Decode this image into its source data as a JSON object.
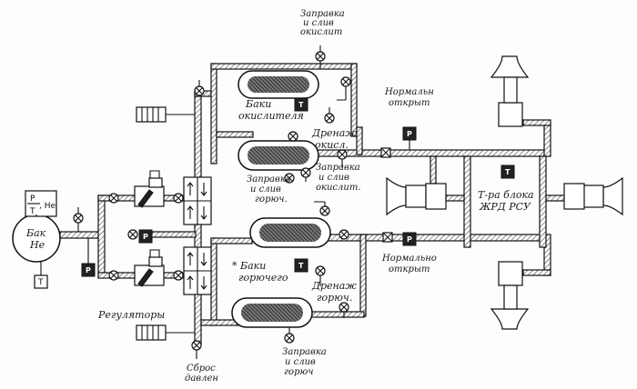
{
  "labels": {
    "fill_drain_oxidizer": [
      "Заправка",
      "и слив",
      "окислит"
    ],
    "oxidizer_tanks": [
      "Баки",
      "окислителя"
    ],
    "normally_open_top": [
      "Нормальн",
      "открыт"
    ],
    "drain_oxidizer": [
      "Дренаж",
      "окисл."
    ],
    "fill_drain_fuel_mid": [
      "Заправка",
      "и слив",
      "горюч."
    ],
    "fill_drain_oxidizer_mid": [
      "Заправка",
      "и слив",
      "окислит."
    ],
    "engine_block_temp": [
      "Т-ра блока",
      "ЖРД РСУ"
    ],
    "fuel_tanks": [
      "* Баки",
      "горючего"
    ],
    "drain_fuel": [
      "Дренаж",
      "горюч."
    ],
    "normally_open_bottom": [
      "Нормально",
      "открыт"
    ],
    "regulators": "Регуляторы",
    "pressure_relief": [
      "Сброс",
      "давлен"
    ],
    "fill_drain_fuel_bottom": [
      "Заправка",
      "и слив",
      "горюч"
    ],
    "he_tank": [
      "Бак",
      "He"
    ],
    "he_sensor": [
      "P",
      "T"
    ],
    "he_sensor_suffix": ", He"
  },
  "symbols": {
    "pressure": "P",
    "temperature": "T"
  }
}
